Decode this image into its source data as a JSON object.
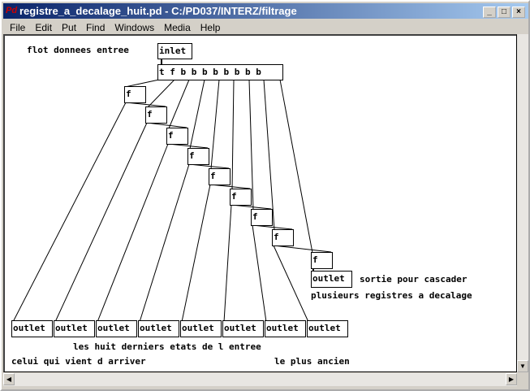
{
  "window": {
    "title": "registre_a_decalage_huit.pd  - C:/PD037/INTERZ/filtrage",
    "logo": "Pd"
  },
  "menu": [
    "File",
    "Edit",
    "Put",
    "Find",
    "Windows",
    "Media",
    "Help"
  ],
  "patch": {
    "comment_input": "flot donnees entree",
    "inlet": "inlet",
    "trigger": "t f b b b b b b b b",
    "float_label": "f",
    "outlets": [
      "outlet",
      "outlet",
      "outlet",
      "outlet",
      "outlet",
      "outlet",
      "outlet",
      "outlet"
    ],
    "cascade_outlet": "outlet",
    "comment_cascade_1": "sortie pour cascader",
    "comment_cascade_2": "plusieurs registres a decalage",
    "comment_states": "les huit derniers etats de l entree",
    "comment_newest": "celui qui vient d arriver",
    "comment_oldest": "le plus ancien"
  }
}
